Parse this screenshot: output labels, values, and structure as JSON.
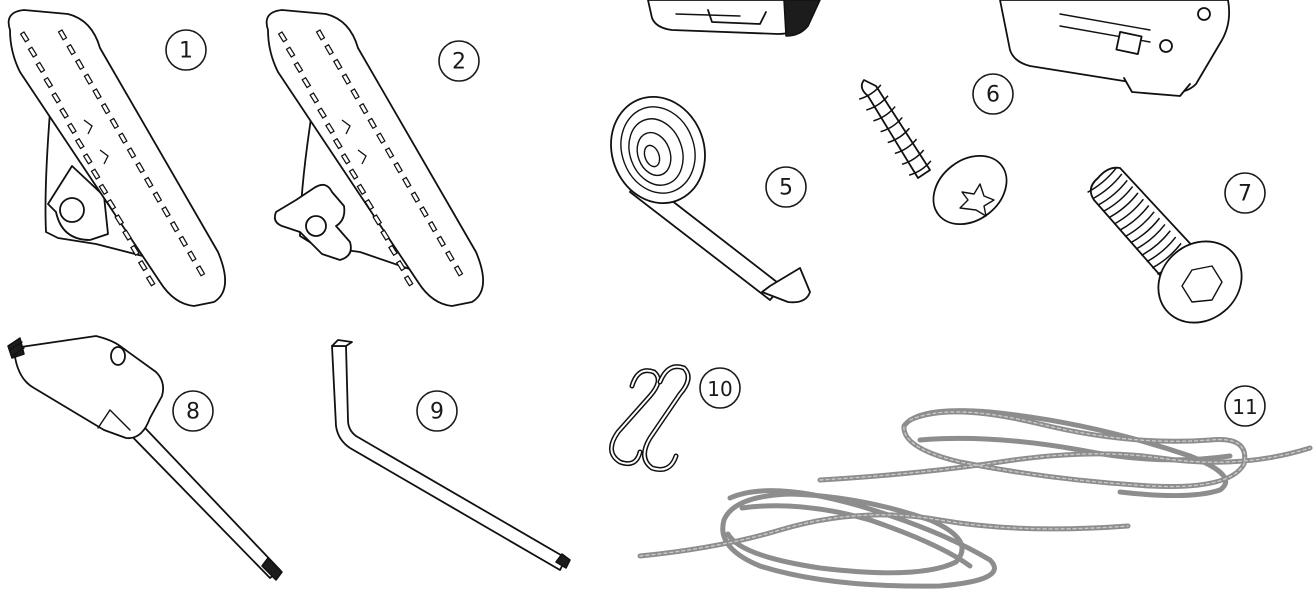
{
  "callouts": {
    "c1": "1",
    "c2": "2",
    "c5": "5",
    "c6": "6",
    "c7": "7",
    "c8": "8",
    "c9": "9",
    "c10": "10",
    "c11": "11"
  },
  "colors": {
    "line": "#111111",
    "cord": "#8d8d8d",
    "background": "#ffffff"
  },
  "icons": {
    "pad_1": "saddle-pad-icon",
    "pad_2": "saddle-pad-knob-icon",
    "foam_strip": "foam-tape-roll-icon",
    "wood_screw": "torx-wood-screw-icon",
    "machine_bolt": "hex-socket-bolt-icon",
    "torx_key": "torx-t-handle-key-icon",
    "hex_key": "hex-l-key-icon",
    "s_hooks": "s-hook-pair-icon",
    "cords": "bungee-cord-pair-icon"
  }
}
